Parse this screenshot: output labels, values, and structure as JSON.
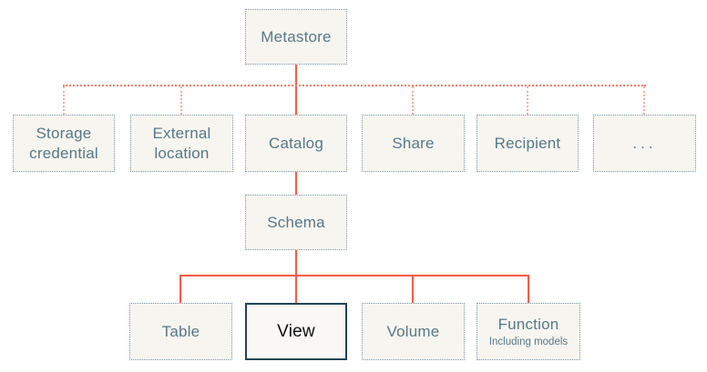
{
  "diagram": {
    "root": {
      "label": "Metastore"
    },
    "level2": [
      {
        "label": "Storage credential"
      },
      {
        "label": "External location"
      },
      {
        "label": "Catalog"
      },
      {
        "label": "Share"
      },
      {
        "label": "Recipient"
      },
      {
        "label": "..."
      }
    ],
    "level3": {
      "label": "Schema"
    },
    "level4": [
      {
        "label": "Table"
      },
      {
        "label": "View",
        "highlighted": true
      },
      {
        "label": "Volume"
      },
      {
        "label": "Function",
        "sublabel": "Including models"
      }
    ]
  },
  "colors": {
    "connector_solid": "#fb5a45",
    "connector_dotted": "#f97c66",
    "connector_dotted_light": "#ffab9d",
    "node_border": "#7d97a6",
    "node_fill": "#f7f5f0",
    "node_text": "#587886",
    "highlight_border": "#1c4653",
    "highlight_text": "#0d0d0d",
    "background": "#ffffff"
  }
}
